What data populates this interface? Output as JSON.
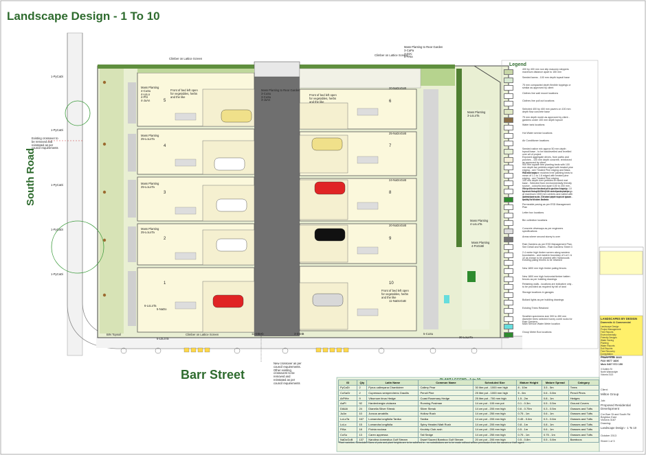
{
  "title": "Landscape Design - 1 To 10",
  "roads": {
    "south": "South Road",
    "barr": "Barr Street"
  },
  "units": [
    {
      "no": "5",
      "planting": "Mass Planting\n4-CuSu\n4-LoLo\n4-PhI\n4-JuAn",
      "note": "Front of bed left open for vegetables, herbs and the like"
    },
    {
      "no": "4",
      "planting": "Mass Planting\n25-LoLoTa",
      "note": ""
    },
    {
      "no": "3",
      "planting": "Mass Planting\n25-LoLoTa",
      "note": ""
    },
    {
      "no": "2",
      "planting": "Mass Planting\n25-LoLoTa",
      "note": ""
    },
    {
      "no": "1",
      "planting": "6-LoLoTa",
      "note": "5-NaDo"
    },
    {
      "no": "6",
      "planting": "20-NaDoGoB",
      "note": "Front of bed left open for vegetables, herbs and the like"
    },
    {
      "no": "7",
      "planting": "25-NaDoGoB",
      "note": ""
    },
    {
      "no": "8",
      "planting": "24-NaDoGoB",
      "note": ""
    },
    {
      "no": "9",
      "planting": "20-NaDoGoB",
      "note": ""
    },
    {
      "no": "10",
      "planting": "11-NaDoGoB",
      "note": "Front of bed left open for vegetables, herbs and the like"
    }
  ],
  "annotations": {
    "climber_top": "Climber on Lattice Screen",
    "climber_top2": "Climber on Lattice Screen",
    "mass_top": "Mass Planting to Rear Garden\n3-CaPa\n3-DiAi\n5-FiNa",
    "mass_drive": "Mass Planting to Rear Garden\n3-CuSu\n3-CuSu\n3-JuAn",
    "mass_right1": "Mass Planting\n3-LoLoTa",
    "mass_right2": "Mass Planting\n4-LoLoTa",
    "mass_right3": "Mass Planting\n4-PoGoBl",
    "existing_left": "Existing crossover to be removed and reinstated as per council requirements",
    "new_cross": "New crossover as per council requirements. Other existing crossovers to be removed and reinstated as per council requirements",
    "climber_bottom": "Climber on Lattice Screen",
    "bin_top": "BIN Topsoil",
    "py_left": "1-PyCaDi",
    "bottom_labels": [
      "6-LoLoTa",
      "11-DiBAb",
      "3-DiDiB",
      "5-CuSu",
      "30-LoLoTa"
    ]
  },
  "legend": {
    "title": "Legend",
    "items": [
      {
        "color": "#c8d7a8",
        "text": "400 by 400 mm non slip masonry steppers maximum distance apart to 150 mm"
      },
      {
        "color": "#d9ead3",
        "text": "Seeded lawns - 100 mm depth topsoil base"
      },
      {
        "color": "#ffffff",
        "text": "75 mm compacted depth flexible toppings or similar as approved by client"
      },
      {
        "color": "#ffffff",
        "text": "Clothes line wall mount locations"
      },
      {
        "color": "#ffffff",
        "text": "Clothes line pull out locations"
      },
      {
        "color": "#dfe8c4",
        "text": "Selected 400 by 400 mm pavers on 100 mm depth flow concrete base"
      },
      {
        "color": "#8b6f47",
        "text": "75 mm depth mulch as approved by client - gardens under 100 mm depth topsoil"
      },
      {
        "color": "#ffffff",
        "text": "Water tank locations"
      },
      {
        "color": "#ffffff",
        "text": "Hot Water service locations"
      },
      {
        "color": "#ffffff",
        "text": "Air Conditioner locations"
      },
      {
        "color": "#e8f0d8",
        "text": "Seeded native mix approx 50 mm depth topsoil base - to be backlevelled and levelled over all of project"
      },
      {
        "color": "#f5f0dc",
        "text": "Exposed aggregate drives, from paths and porches - 100 mm depth concrete, reinforced as approved by client"
      },
      {
        "color": "#ffffff",
        "text": "900 mm square tree planting beds with 100 mm depth tan pebbles edged with treated pine edging - see Treated Pine edging and Mass Planted beds"
      },
      {
        "color": "#ffffff",
        "text": "900 mm square mulched tree planting beds to mean of 1.1 to 1.6 edged with treated pine edging - see Treated Pine edging"
      },
      {
        "color": "#ffffff",
        "text": "100 mm depth river pebbles on weed mat base - Selected from environmentally friendly source - colourful and apart 100 to 200 mm - this areas to the front of Lots 1 to 5 and to front of Group Meter Box as beyond plants"
      },
      {
        "color": "#ffffff",
        "text": "75 by 25 mm treated pine garden edging - 10 by secured with 75 by 25 mm Hardwood pegs at maximum 1500 mm centres and nailed with galvanised nails. Treated pine must be good quality with dark Arsenic"
      },
      {
        "color": "#2e8b2e",
        "text": "Turfed lawns on 100 mm depth topsoil bases - turf to Sir Walter Buffalo"
      },
      {
        "color": "#ffffff",
        "text": "Permeable paving as per ESD Management Plan"
      },
      {
        "color": "#ffffff",
        "text": "Letter box locations"
      },
      {
        "color": "#ffffff",
        "text": "Bin collection locations"
      },
      {
        "color": "#dddddd",
        "text": "Concrete driveways as per engineers specifications"
      },
      {
        "color": "#777777",
        "text": "Areas where second storey is over"
      },
      {
        "color": "#ffffff",
        "text": "Rain Gardens as per ESD Management Plan. See Detail and Notes - Rain Gardens Sheet 3"
      },
      {
        "color": "#ffffff",
        "text": "2.4 metre high timber screen along western boundaries - and eastern boundary of Lot 1 & 10 as shown to be planted with Hardwoods"
      },
      {
        "color": "#ffffff",
        "text": "Existing paling fences to be retained"
      },
      {
        "color": "#ffffff",
        "text": "New 1800 mm high timber paling fences"
      },
      {
        "color": "#ffffff",
        "text": "New 1800 mm high horizontal timber batten fences as per building drawings"
      },
      {
        "color": "#ffffff",
        "text": "Retaining walls - locations are indicative only - to be provided as required by bill of land"
      },
      {
        "color": "#ffffff",
        "text": "Storage locations in garages"
      },
      {
        "color": "#ffffff",
        "text": "Bollard lights as per building drawings"
      },
      {
        "color": "#ffffff",
        "text": "Existing Trees Retained"
      },
      {
        "color": "#ffffff",
        "text": "Smallish specimens size 300 to 450 mm diameter trees selected honey comb rocks for Rain Gardens"
      },
      {
        "color": "#66dddd",
        "text": "Main Service Water Meter location"
      },
      {
        "color": "#2e8b2e",
        "text": "Group Meter Box locations"
      }
    ]
  },
  "plant_legend": {
    "title": "PLANT LEGEND - 1 to 10",
    "headers": [
      "ID",
      "Qty",
      "Latin Name",
      "Common Name",
      "Scheduled Size",
      "Mature Height",
      "Mature Spread",
      "Category"
    ],
    "rows": [
      [
        "PyCaDi",
        "2",
        "Pyrus calleryana Chanticleer",
        "Callery Pear",
        "30 litre pot - 1000 mm high",
        "8 - 10m",
        "3.5 - 5m",
        "Trees"
      ],
      [
        "CuSaGr",
        "2",
        "Cupressus sempervirens Gracilis",
        "Pencil Pine",
        "25 litre pot - 1000 mm high",
        "5 - 6m",
        "0.6 - 0.8m",
        "Pencil Pines"
      ],
      [
        "ArPiHe",
        "9",
        "Viburnum tinus Hedge",
        "Coast Rosemary Hedge",
        "25 litre pot - 700 mm high",
        "1.5 - 2m",
        "0.8 - 1m",
        "Hedges"
      ],
      [
        "AaPI",
        "92",
        "Hardenbergia violacea",
        "Running Postman",
        "14 cm pot - 100 mm pot",
        "0.1 - 0.3m",
        "0.5 - 0.5m",
        "Ground Covers"
      ],
      [
        "DiAiAi",
        "24",
        "Dianella Silver Streak",
        "Silver Streak",
        "14 cm pot - 200 mm high",
        "0.6 - 0.75m",
        "0.3 - 0.5m",
        "Grasses and Tufts"
      ],
      [
        "JuAn",
        "10",
        "Juncus amabilis",
        "Hollow Rush",
        "14 cm pot - 250 mm high",
        "0.75 - 1m",
        "0.6 - 1m",
        "Grasses and Tufts"
      ],
      [
        "LoLoTa",
        "167",
        "Lomandra longifolia Tanika",
        "Tanika",
        "14 cm pot - 200 mm high",
        "0.45 - 0.6m",
        "0.3 - 0.6m",
        "Grasses and Tufts"
      ],
      [
        "LoLo",
        "15",
        "Lomandra longifolia",
        "Spiny Headed Matt Rush",
        "14 cm pot - 200 mm high",
        "0.8 - 1m",
        "0.8 - 1m",
        "Grasses and Tufts"
      ],
      [
        "FiNa",
        "18",
        "Ficinia nodosa",
        "Knobby Club-rush",
        "14 cm pot - 200 mm high",
        "0.5 - 1m",
        "0.6 - 1m",
        "Grasses and Tufts"
      ],
      [
        "CuSu",
        "13",
        "Carex appressa",
        "Tall Sedge",
        "14 cm pot - 250 mm high",
        "0.75 - 1m",
        "0.75 - 1m",
        "Grasses and Tufts"
      ],
      [
        "NaDoGoB",
        "137",
        "Nandina domestica Gulf Stream",
        "Dwarf Sacred Bamboo Gulf Stream",
        "20 cm pot - 200 mm high",
        "0.5 - 0.8m",
        "0.5 - 0.8m",
        "Bamboos"
      ]
    ],
    "footnote": "Plant varieties, Scheduled Sizes of pots and plant heights are to be adhered to - no substitutions are to be made without written permission from the owners or their agent"
  },
  "title_block": {
    "company": "LANDSCAPES BY DESIGN",
    "tag": "Domestic & Commercial",
    "services": "Landscape Design\nProject Management\nTree Reports\nEnvironmentally\nFriendly Designs\nWater Saving\nPlanting\nWater Reports\nSoil Reports\nTree Recovery\nConsultation\nCad Drawings",
    "phone": "Phone 9750 3845",
    "fax": "FAX  9877 1826",
    "mob": "Mob 0407 572 150",
    "address": "3 Dobbin St\nNorth Warrandyte\nVictoria 3113",
    "client_label": "Client:",
    "client": "Milton Group",
    "job_label": "Job:",
    "job": "Proposed Residential Development",
    "site": "Cnr Barr St and South Rd\nBrighton East\nVictoria 3187",
    "drawing_label": "Drawing:",
    "drawing": "Landscape Design - 1 To 10",
    "date": "October 2013",
    "sheet": "Sheet 1 of 3"
  }
}
